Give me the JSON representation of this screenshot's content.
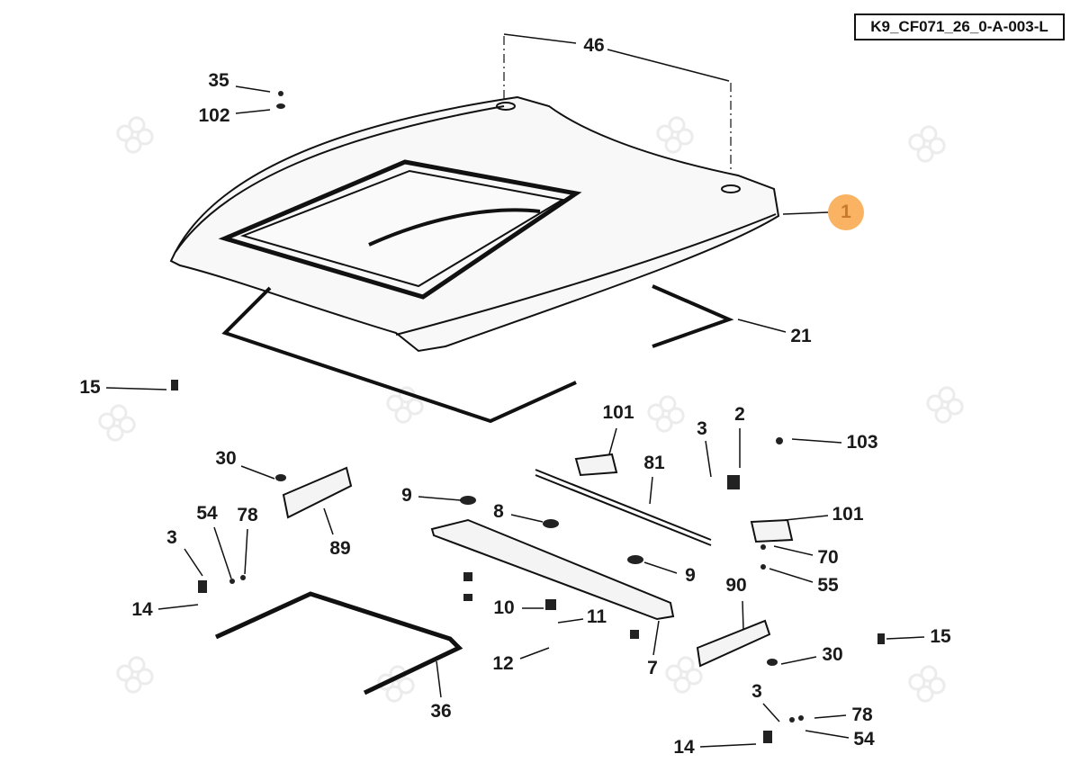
{
  "diagram_ref": "K9_CF071_26_0-A-003-L",
  "watermark": "SDF",
  "highlight": {
    "label": "1",
    "fill": "#f9b363",
    "text_color": "#c87a2a"
  },
  "labels": [
    "46",
    "35",
    "102",
    "1",
    "21",
    "15",
    "101",
    "3",
    "2",
    "103",
    "81",
    "30",
    "9",
    "8",
    "101",
    "70",
    "54",
    "78",
    "3",
    "89",
    "9",
    "55",
    "90",
    "14",
    "10",
    "11",
    "15",
    "12",
    "7",
    "30",
    "36",
    "3",
    "78",
    "14",
    "54"
  ]
}
